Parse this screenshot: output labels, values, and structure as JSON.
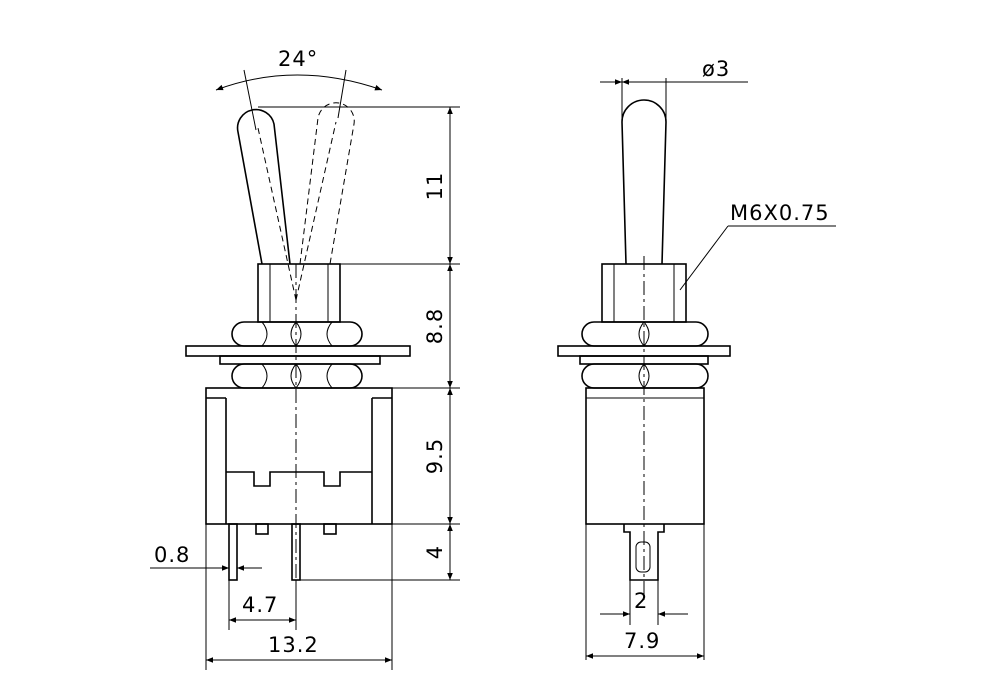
{
  "diagram": {
    "front_view": {
      "lever_angle": "24°",
      "dim_lever_height": "11",
      "dim_bushing_height": "8.8",
      "dim_body_height": "9.5",
      "dim_pin_length": "4",
      "dim_pin_width": "0.8",
      "dim_pin_pitch": "4.7",
      "dim_body_width": "13.2"
    },
    "side_view": {
      "dim_lever_diameter": "ø3",
      "thread_spec": "M6X0.75",
      "dim_pin_width": "2",
      "dim_body_depth": "7.9"
    }
  }
}
